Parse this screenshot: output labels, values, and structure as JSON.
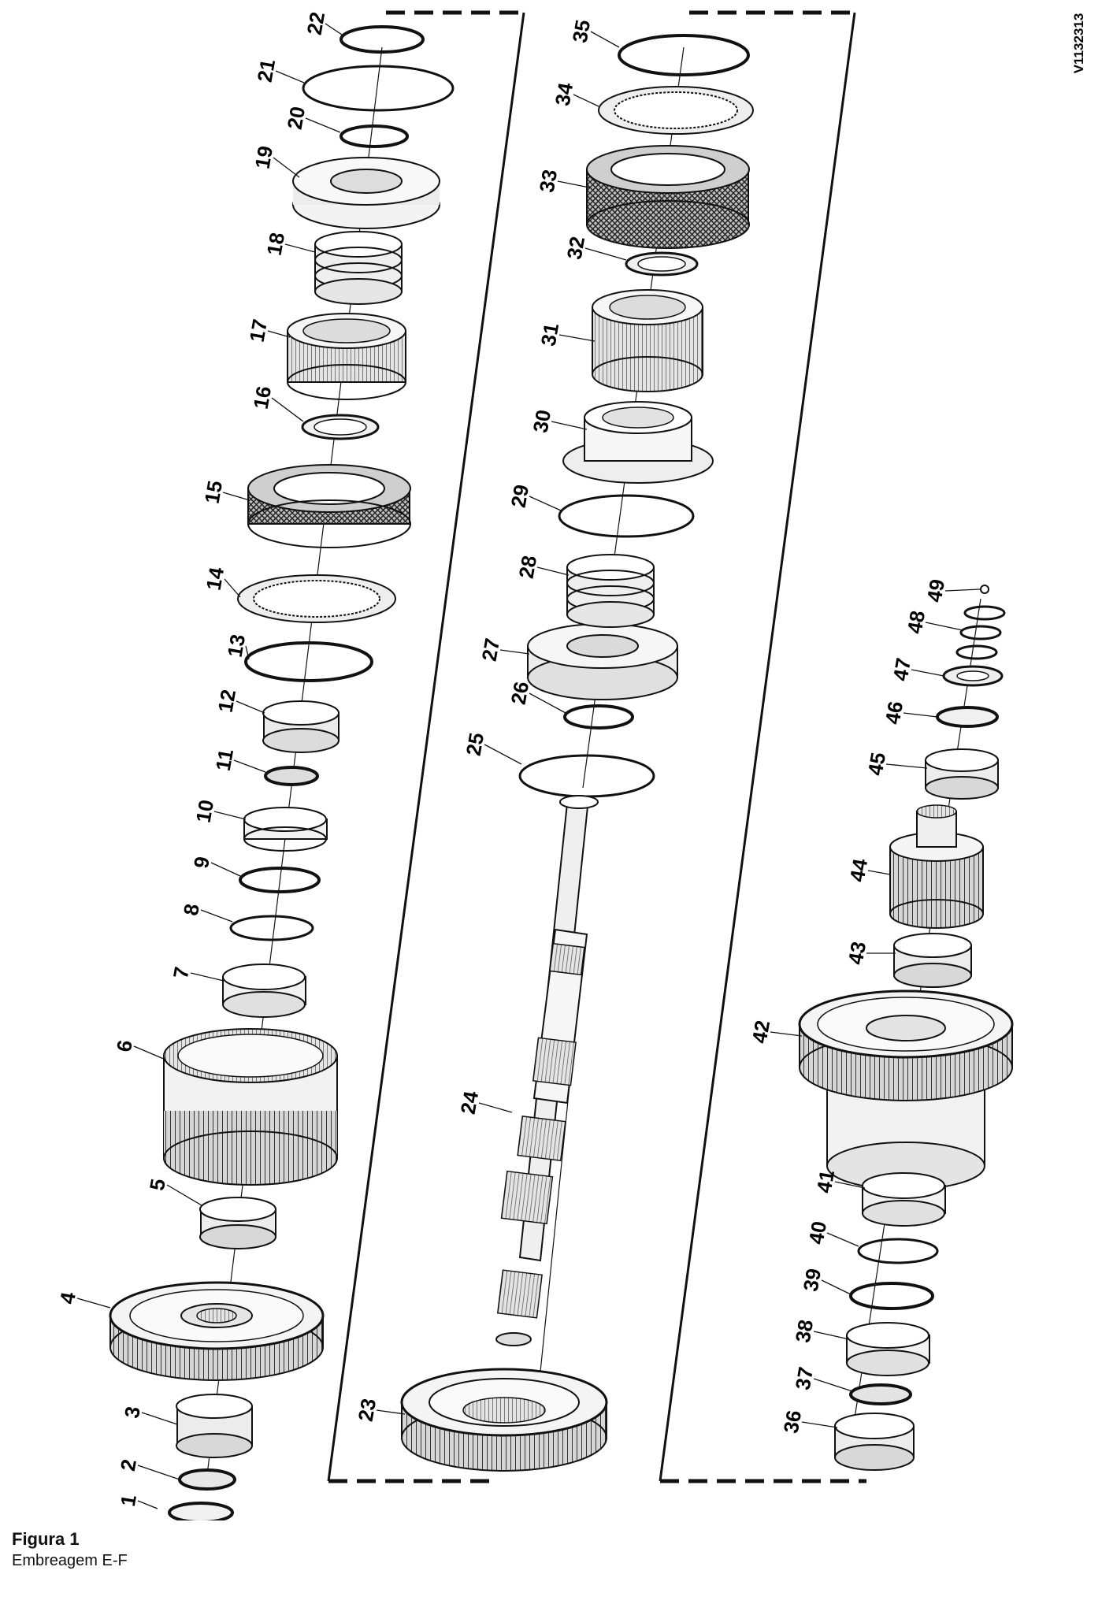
{
  "figure": {
    "ref_code": "V1132313",
    "title": "Figura 1",
    "subtitle": "Embreagem E-F"
  },
  "callouts": [
    "1",
    "2",
    "3",
    "4",
    "5",
    "6",
    "7",
    "8",
    "9",
    "10",
    "11",
    "12",
    "13",
    "14",
    "15",
    "16",
    "17",
    "18",
    "19",
    "20",
    "21",
    "22",
    "23",
    "24",
    "25",
    "26",
    "27",
    "28",
    "29",
    "30",
    "31",
    "32",
    "33",
    "34",
    "35",
    "36",
    "37",
    "38",
    "39",
    "40",
    "41",
    "42",
    "43",
    "44",
    "45",
    "46",
    "47",
    "48",
    "49"
  ],
  "colors": {
    "line": "#111111",
    "gear_fill": "#cccccc",
    "part_fill": "#f0f0f0"
  }
}
